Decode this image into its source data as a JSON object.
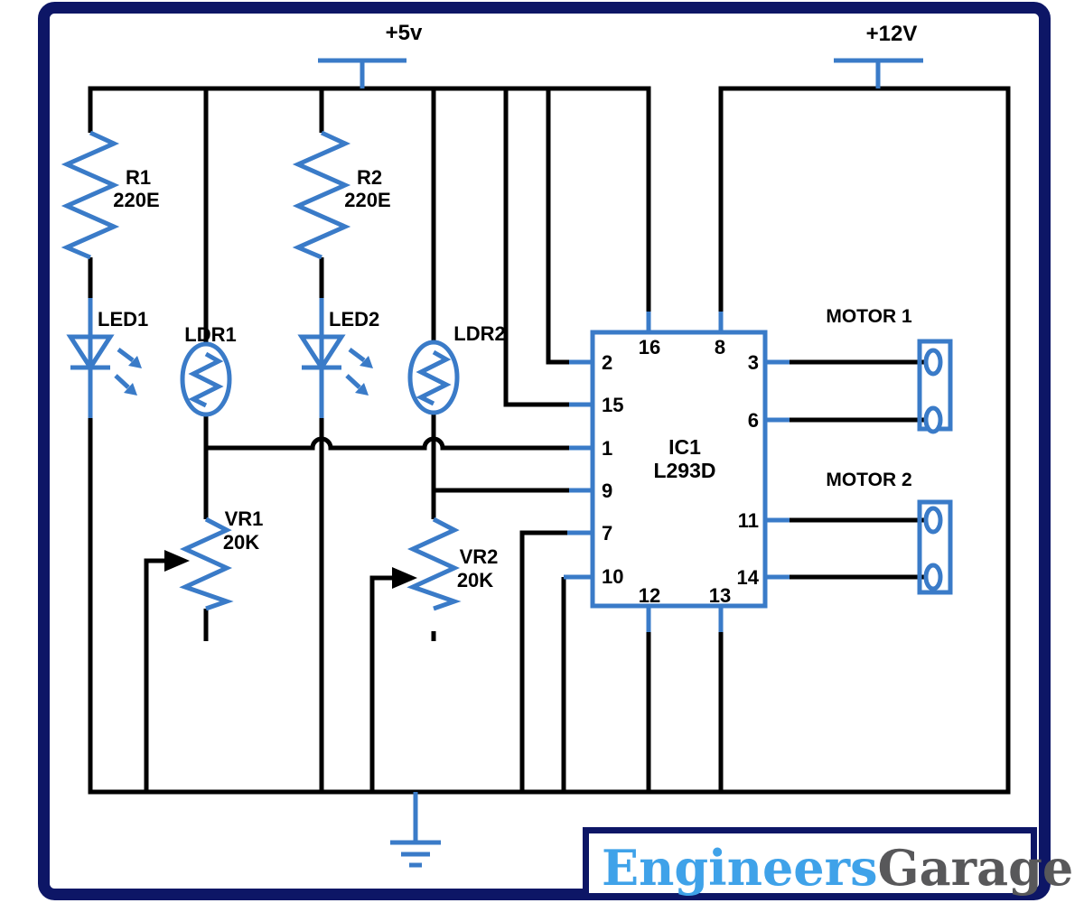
{
  "diagram": {
    "title_hint": "LDR based motor driver schematic",
    "power": {
      "v5": "+5v",
      "v12": "+12V"
    },
    "resistors": [
      {
        "name": "R1",
        "value": "220E"
      },
      {
        "name": "R2",
        "value": "220E"
      }
    ],
    "leds": [
      "LED1",
      "LED2"
    ],
    "ldrs": [
      "LDR1",
      "LDR2"
    ],
    "pots": [
      {
        "name": "VR1",
        "value": "20K"
      },
      {
        "name": "VR2",
        "value": "20K"
      }
    ],
    "ic": {
      "ref": "IC1",
      "part": "L293D",
      "left_pins": [
        "2",
        "15",
        "1",
        "9",
        "7",
        "10"
      ],
      "top_pins": [
        "16",
        "8"
      ],
      "right_pins": [
        "3",
        "6",
        "11",
        "14"
      ],
      "bottom_pins": [
        "12",
        "13"
      ]
    },
    "motors": [
      "MOTOR 1",
      "MOTOR 2"
    ],
    "logo": {
      "part1": "Engineers",
      "part2": "Garage"
    },
    "colors": {
      "wire_black": "#000000",
      "wire_blue": "#3a7bc8",
      "border_navy": "#0d1666",
      "logo_blue": "#3fa2e9",
      "logo_gray": "#58585a"
    }
  }
}
